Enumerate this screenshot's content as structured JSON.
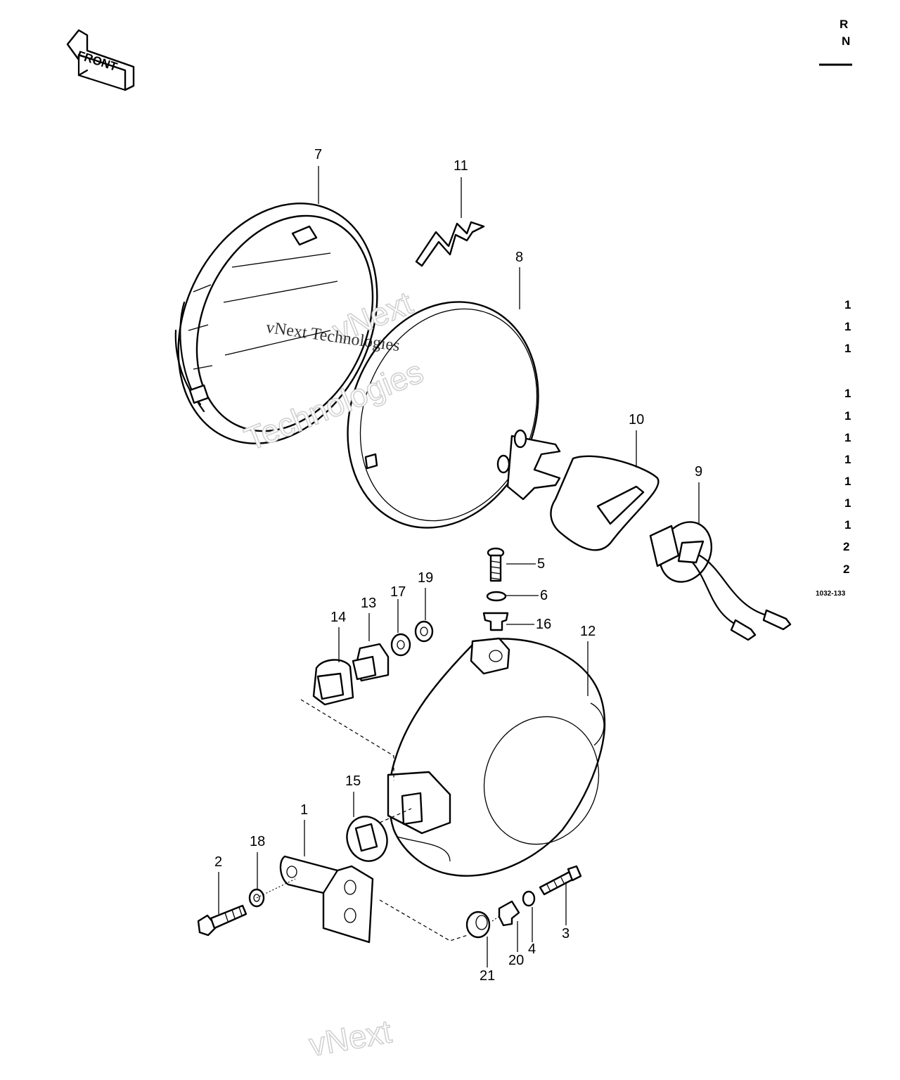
{
  "front_badge": {
    "label": "FRONT",
    "icon": "front-arrow-icon"
  },
  "parts": [
    {
      "ref": "1"
    },
    {
      "ref": "2"
    },
    {
      "ref": "3"
    },
    {
      "ref": "4"
    },
    {
      "ref": "5"
    },
    {
      "ref": "6"
    },
    {
      "ref": "7"
    },
    {
      "ref": "8"
    },
    {
      "ref": "9"
    },
    {
      "ref": "10"
    },
    {
      "ref": "11"
    },
    {
      "ref": "12"
    },
    {
      "ref": "13"
    },
    {
      "ref": "14"
    },
    {
      "ref": "15"
    },
    {
      "ref": "16"
    },
    {
      "ref": "17"
    },
    {
      "ref": "18"
    },
    {
      "ref": "19"
    },
    {
      "ref": "20"
    },
    {
      "ref": "21"
    }
  ],
  "diagram_code": "1032-133",
  "right_edge_fragments": {
    "header": [
      "R",
      "N"
    ],
    "list": [
      "1",
      "1",
      "1",
      "1",
      "1",
      "1",
      "1",
      "1",
      "1",
      "1",
      "2",
      "2"
    ]
  },
  "watermark": {
    "line1": "vNext",
    "line2": "Technologies",
    "serif": "vNext Technologies"
  }
}
